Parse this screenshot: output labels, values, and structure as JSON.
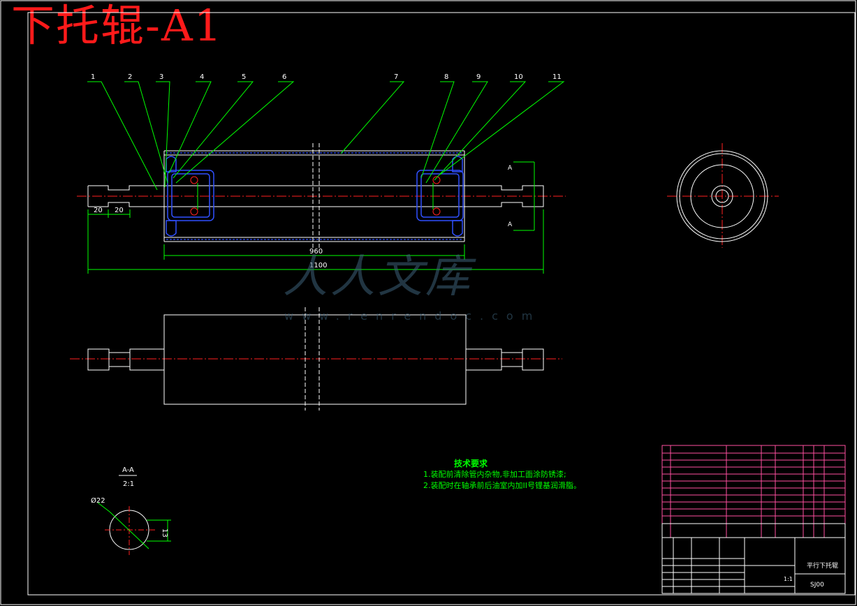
{
  "title": "下托辊-A1",
  "part_numbers": [
    "1",
    "2",
    "3",
    "4",
    "5",
    "6",
    "7",
    "8",
    "9",
    "10",
    "11"
  ],
  "dimensions": {
    "d20a": "20",
    "d20b": "20",
    "d960": "960",
    "d1100": "1100",
    "phi22": "Ø22",
    "d13": "13"
  },
  "section": {
    "label": "A-A",
    "scale": "2:1",
    "marker": "A"
  },
  "tech_requirements": {
    "heading": "技术要求",
    "items": [
      "1.装配前清除管内杂物,非加工面涂防锈漆;",
      "2.装配时在轴承前后油室内加II号锂基润滑脂。"
    ]
  },
  "watermark": {
    "text": "人人文库",
    "url": "www.renrendoc.com"
  },
  "title_block": {
    "drawing_name": "平行下托辊",
    "code": "SJ00",
    "scale": "1:1"
  }
}
